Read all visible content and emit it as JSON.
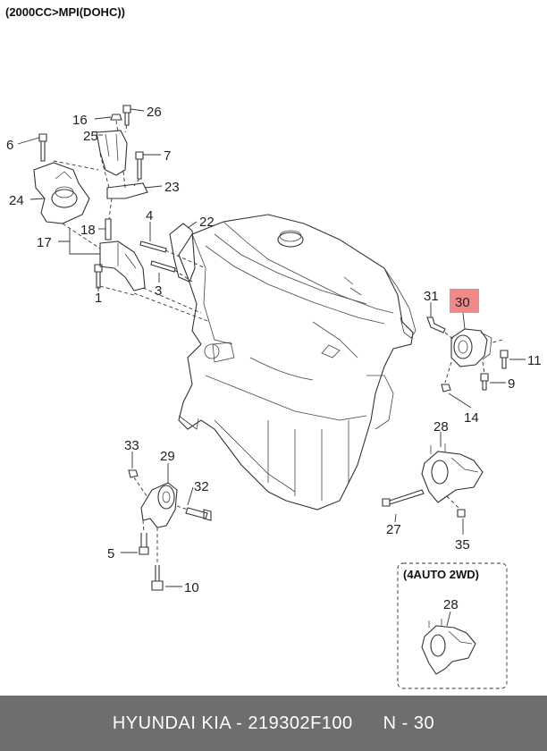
{
  "header": "(2000CC>MPI(DOHC))",
  "inset_title": "(4AUTO 2WD)",
  "highlight_color": "#f08a8a",
  "callouts": {
    "c1": "1",
    "c3": "3",
    "c4": "4",
    "c5": "5",
    "c6": "6",
    "c7": "7",
    "c9": "9",
    "c10": "10",
    "c11": "11",
    "c14": "14",
    "c16": "16",
    "c17": "17",
    "c18": "18",
    "c22": "22",
    "c23": "23",
    "c24": "24",
    "c25": "25",
    "c26": "26",
    "c27": "27",
    "c28": "28",
    "c28b": "28",
    "c29": "29",
    "c30": "30",
    "c31": "31",
    "c32": "32",
    "c33": "33",
    "c35": "35"
  },
  "footer": {
    "part_text": "HYUNDAI  KIA - 219302F100",
    "page_ref": "N - 30"
  }
}
